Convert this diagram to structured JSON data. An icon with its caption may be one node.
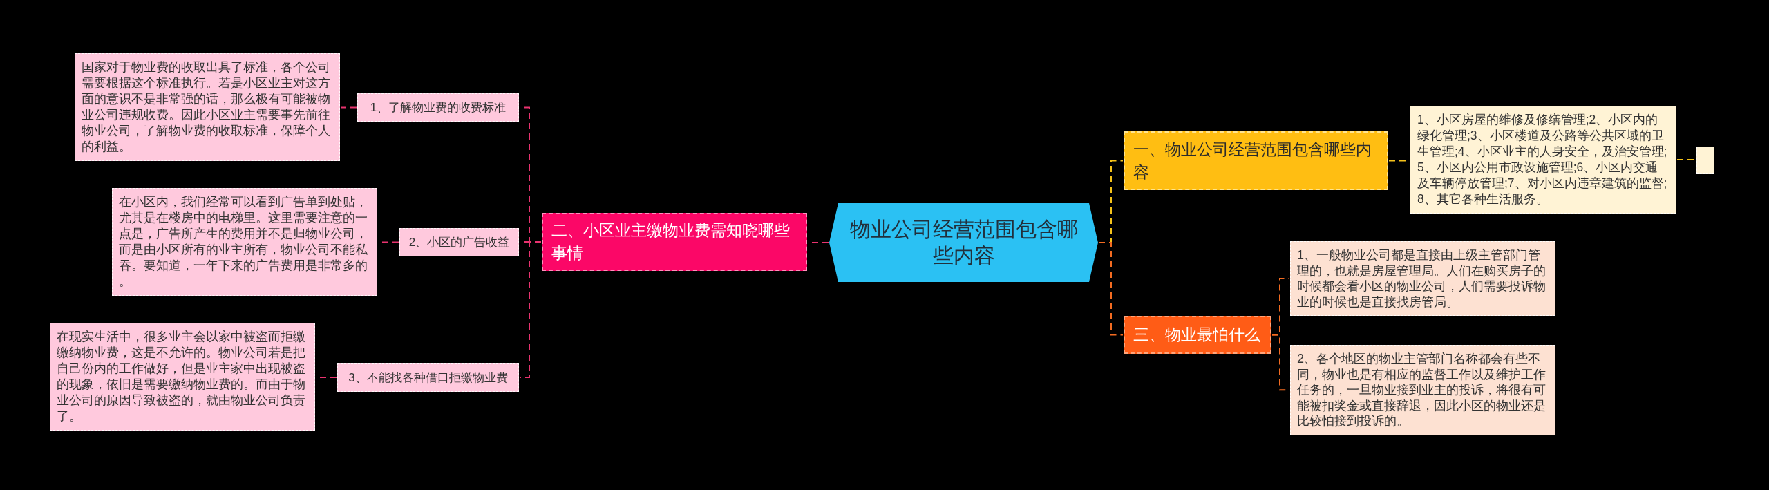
{
  "diagram": {
    "nodes": [
      {
        "text": [
          "物业公司经营范围包含哪些内容"
        ]
      },
      {
        "text": [
          "二、小区业主缴物业费需知晓哪些事情"
        ]
      },
      {
        "text": [
          "1、了解物业费的收费标准"
        ]
      },
      {
        "text": [
          "国家对于物业费的收取出具了标准，各个公司需要根据这个标准执行。若是小区业主对这方面的意识不是非常强的话，那么极有可能被物业公司违规收费。因此小区业主需要事先前往物业公司，了解物业费的收取标准，保障个人的利益。"
        ]
      },
      {
        "text": [
          "2、小区的广告收益"
        ]
      },
      {
        "text": [
          "在小区内，我们经常可以看到广告单到处贴，尤其是在楼房中的电梯里。这里需要注意的一点是，广告所产生的费用并不是归物业公司，而是由小区所有的业主所有，物业公司不能私吞。要知道，一年下来的广告费用是非常多的。"
        ]
      },
      {
        "text": [
          "3、不能找各种借口拒缴物业费"
        ]
      },
      {
        "text": [
          "在现实生活中，很多业主会以家中被盗而拒缴缴纳物业费，这是不允许的。物业公司若是把自己份内的工作做好，但是业主家中出现被盗的现象，依旧是需要缴纳物业费的。而由于物业公司的原因导致被盗的，就由物业公司负责了。"
        ]
      },
      {
        "text": [
          "一、物业公司经营范围包含哪些内容"
        ]
      },
      {
        "text": [
          "1、小区房屋的维修及修缮管理;2、小区内的绿化管理;3、小区楼道及公路等公共区域的卫生管理;4、小区业主的人身安全，及治安管理;5、小区内公用市政设施管理;6、小区内交通及车辆停放管理;7、对小区内违章建筑的监督;8、其它各种生活服务。"
        ]
      },
      {
        "text": [],
        "shape": "box"
      },
      {
        "text": [
          "三、物业最怕什么"
        ]
      },
      {
        "text": [
          "1、一般物业公司都是直接由上级主管部门管理的，也就是房屋管理局。人们在购买房子的时候都会看小区的物业公司，人们需要投诉物业的时候也是直接找房管局。"
        ]
      },
      {
        "text": [
          "2、各个地区的物业主管部门名称都会有些不同，物业也是有相应的监督工作以及维护工作任务的，一旦物业接到业主的投诉，将很有可能被扣奖金或直接辞退，因此小区的物业还是比较怕接到投诉的。"
        ]
      }
    ],
    "edges": [
      {
        "from": 0,
        "to": 1,
        "arrow": "none",
        "style": "dashed"
      },
      {
        "from": 1,
        "to": 2,
        "arrow": "none",
        "style": "dashed"
      },
      {
        "from": 2,
        "to": 3,
        "arrow": "none",
        "style": "dashed"
      },
      {
        "from": 1,
        "to": 4,
        "arrow": "none",
        "style": "dashed"
      },
      {
        "from": 4,
        "to": 5,
        "arrow": "none",
        "style": "dashed"
      },
      {
        "from": 1,
        "to": 6,
        "arrow": "none",
        "style": "dashed"
      },
      {
        "from": 6,
        "to": 7,
        "arrow": "none",
        "style": "dashed"
      },
      {
        "from": 0,
        "to": 8,
        "arrow": "none",
        "style": "dashed",
        "color": "#f5c21a"
      },
      {
        "from": 8,
        "to": 9,
        "arrow": "none",
        "style": "dashed",
        "color": "#f5c21a"
      },
      {
        "from": 9,
        "to": 10,
        "arrow": "none",
        "style": "dashed",
        "color": "#f5c21a"
      },
      {
        "from": 0,
        "to": 11,
        "arrow": "none",
        "style": "dashed",
        "color": "#f26b21"
      },
      {
        "from": 11,
        "to": 12,
        "arrow": "none",
        "style": "dashed",
        "color": "#f26b21"
      },
      {
        "from": 11,
        "to": 13,
        "arrow": "none",
        "style": "dashed",
        "color": "#f26b21"
      }
    ]
  }
}
